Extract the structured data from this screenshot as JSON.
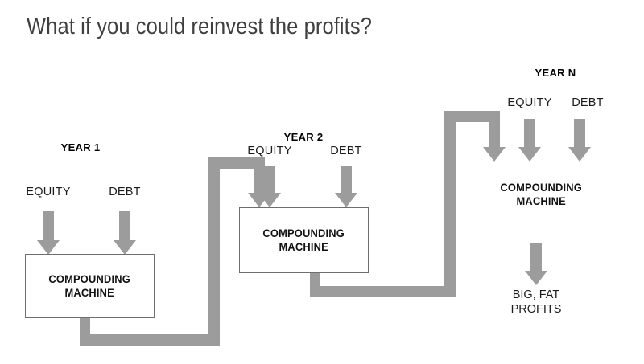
{
  "title": "What if you could reinvest the profits?",
  "stages": [
    {
      "id": "year-1",
      "year_label": "YEAR 1",
      "inputs": [
        {
          "name": "equity",
          "label": "EQUITY"
        },
        {
          "name": "debt",
          "label": "DEBT"
        }
      ],
      "machine_line1": "COMPOUNDING",
      "machine_line2": "MACHINE"
    },
    {
      "id": "year-2",
      "year_label": "YEAR 2",
      "inputs": [
        {
          "name": "equity",
          "label": "EQUITY"
        },
        {
          "name": "debt",
          "label": "DEBT"
        }
      ],
      "machine_line1": "COMPOUNDING",
      "machine_line2": "MACHINE"
    },
    {
      "id": "year-n",
      "year_label": "YEAR N",
      "inputs": [
        {
          "name": "equity",
          "label": "EQUITY"
        },
        {
          "name": "debt",
          "label": "DEBT"
        }
      ],
      "machine_line1": "COMPOUNDING",
      "machine_line2": "MACHINE"
    }
  ],
  "output": {
    "line1": "BIG, FAT",
    "line2": "PROFITS"
  },
  "colors": {
    "title": "#3f3f3f",
    "pipe": "#9c9c9c",
    "box_border": "#6e6e6e",
    "text": "#1c1c1c",
    "background": "#ffffff"
  }
}
